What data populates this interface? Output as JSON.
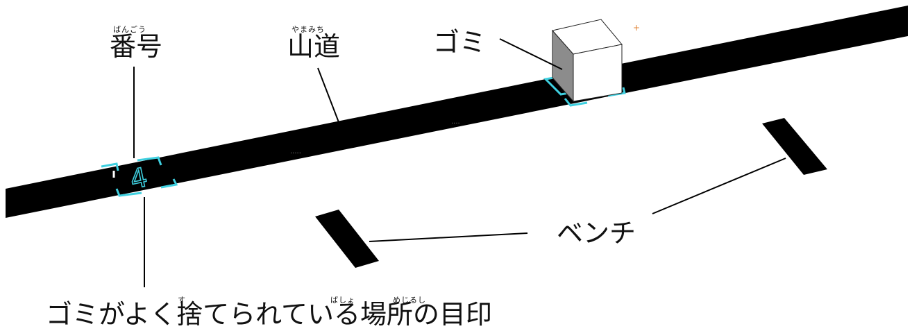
{
  "labels": {
    "number": {
      "text": "番号",
      "ruby": "ばんごう"
    },
    "mountain_road": {
      "text": "山道",
      "ruby": "やまみち"
    },
    "trash": {
      "text": "ゴミ"
    },
    "bench": {
      "text": "ベンチ"
    },
    "marker": {
      "text": "ゴミがよく捨てられている場所の目印",
      "ruby_su": "す",
      "ruby_basho": "ばしょ",
      "ruby_mejirushi": "めじるし"
    }
  },
  "marker_number": "4",
  "colors": {
    "road": "#000000",
    "marker": "#3fd0e0",
    "cube_front": "#ffffff",
    "cube_side": "#9a9a9a",
    "accent": "#e08030"
  }
}
